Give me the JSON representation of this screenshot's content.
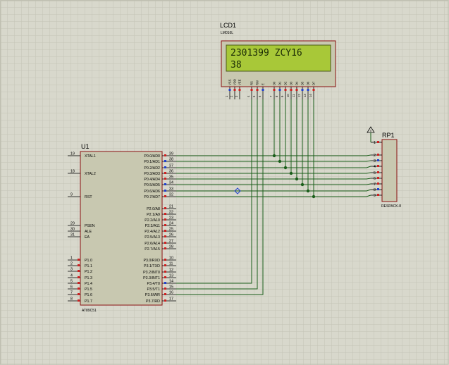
{
  "u1": {
    "ref": "U1",
    "part": "AT89C51",
    "left_pins": [
      {
        "label": "XTAL1",
        "num": "19"
      },
      {
        "label": "XTAL2",
        "num": "18"
      },
      {
        "label": "RST",
        "num": "9"
      },
      {
        "label": "PSEN",
        "num": "29"
      },
      {
        "label": "ALE",
        "num": "30"
      },
      {
        "label": "EA",
        "num": "31"
      },
      {
        "label": "P1.0",
        "num": "1"
      },
      {
        "label": "P1.1",
        "num": "2"
      },
      {
        "label": "P1.2",
        "num": "3"
      },
      {
        "label": "P1.3",
        "num": "4"
      },
      {
        "label": "P1.4",
        "num": "5"
      },
      {
        "label": "P1.5",
        "num": "6"
      },
      {
        "label": "P1.6",
        "num": "7"
      },
      {
        "label": "P1.7",
        "num": "8"
      }
    ],
    "right_pins": [
      {
        "label": "P0.0/AD0",
        "num": "39"
      },
      {
        "label": "P0.1/AD1",
        "num": "38"
      },
      {
        "label": "P0.2/AD2",
        "num": "37"
      },
      {
        "label": "P0.3/AD3",
        "num": "36"
      },
      {
        "label": "P0.4/AD4",
        "num": "35"
      },
      {
        "label": "P0.5/AD5",
        "num": "34"
      },
      {
        "label": "P0.6/AD6",
        "num": "33"
      },
      {
        "label": "P0.7/AD7",
        "num": "32"
      },
      {
        "label": "P2.0/A8",
        "num": "21"
      },
      {
        "label": "P2.1/A9",
        "num": "22"
      },
      {
        "label": "P2.2/A10",
        "num": "23"
      },
      {
        "label": "P2.3/A11",
        "num": "24"
      },
      {
        "label": "P2.4/A12",
        "num": "25"
      },
      {
        "label": "P2.5/A13",
        "num": "26"
      },
      {
        "label": "P2.6/A14",
        "num": "27"
      },
      {
        "label": "P2.7/A15",
        "num": "28"
      },
      {
        "label": "P3.0/RXD",
        "num": "10"
      },
      {
        "label": "P3.1/TXD",
        "num": "11"
      },
      {
        "label": "P3.2/INT0",
        "num": "12"
      },
      {
        "label": "P3.3/INT1",
        "num": "13"
      },
      {
        "label": "P3.4/T0",
        "num": "14"
      },
      {
        "label": "P3.5/T1",
        "num": "15"
      },
      {
        "label": "P3.6/WR",
        "num": "16"
      },
      {
        "label": "P3.7/RD",
        "num": "17"
      }
    ]
  },
  "lcd": {
    "ref": "LCD1",
    "part": "LM016L",
    "line1": "2301399 ZCY16",
    "line2": "38",
    "pins": [
      {
        "label": "VSS",
        "num": "1"
      },
      {
        "label": "VDD",
        "num": "2"
      },
      {
        "label": "VEE",
        "num": "3"
      },
      {
        "label": "RS",
        "num": "4"
      },
      {
        "label": "RW",
        "num": "5"
      },
      {
        "label": "E",
        "num": "6"
      },
      {
        "label": "D0",
        "num": "7"
      },
      {
        "label": "D1",
        "num": "8"
      },
      {
        "label": "D2",
        "num": "9"
      },
      {
        "label": "D3",
        "num": "10"
      },
      {
        "label": "D4",
        "num": "11"
      },
      {
        "label": "D5",
        "num": "12"
      },
      {
        "label": "D6",
        "num": "13"
      },
      {
        "label": "D7",
        "num": "14"
      }
    ]
  },
  "rp1": {
    "ref": "RP1",
    "part": "RESPACK-8",
    "pin_nums": [
      "1",
      "2",
      "3",
      "4",
      "5",
      "6",
      "7",
      "8",
      "9"
    ]
  },
  "colors": {
    "background": "#d8d8cc",
    "grid": "#c4c4b6",
    "component_fill": "#c8c8b0",
    "component_border": "#8a1010",
    "wire": "#1a5e1a",
    "lcd_screen": "#a8c838",
    "pin_high": "#d02020",
    "pin_low": "#2040d0"
  }
}
